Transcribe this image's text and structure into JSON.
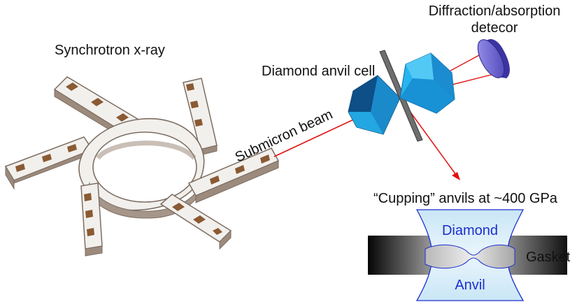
{
  "labels": {
    "synchrotron": "Synchrotron x-ray",
    "beam": "Submicron beam",
    "dac": "Diamond anvil cell",
    "detector_line1": "Diffraction/absorption",
    "detector_line2": "detecor",
    "cupping": "“Cupping” anvils at ~400 GPa",
    "diamond": "Diamond",
    "anvil": "Anvil",
    "gasket": "Gasket"
  },
  "colors": {
    "beam": "#e01010",
    "diamond_dark": "#0a5d9c",
    "diamond_light": "#27b4ef",
    "detector": "#6b63d6",
    "anvil_text": "#1c2fd0",
    "ring_fill": "#f2f0ed",
    "ring_edge": "#7d6e62",
    "slot": "#8a5a33"
  }
}
